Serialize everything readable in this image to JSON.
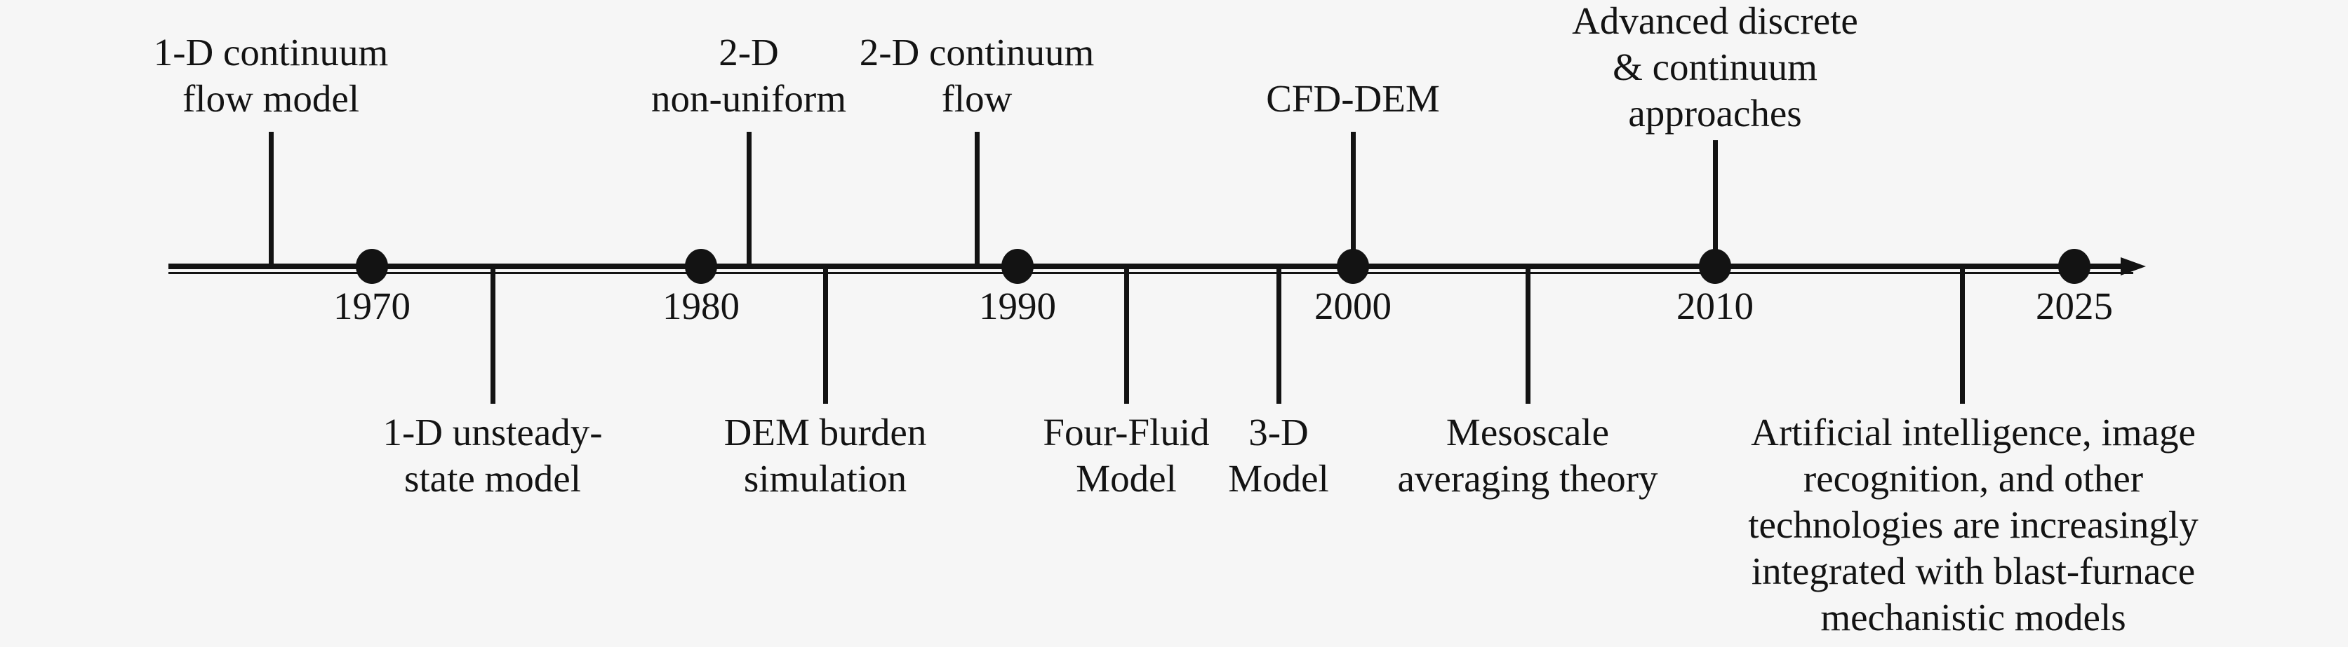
{
  "timeline": {
    "years": [
      "1970",
      "1980",
      "1990",
      "2000",
      "2010",
      "2025"
    ],
    "events_above": [
      {
        "label": "1-D continuum\nflow model"
      },
      {
        "label": "2-D\nnon-uniform"
      },
      {
        "label": "2-D continuum\nflow"
      },
      {
        "label": "CFD-DEM"
      },
      {
        "label": "Advanced discrete\n& continuum\napproaches"
      }
    ],
    "events_below": [
      {
        "label": "1-D unsteady-\nstate model"
      },
      {
        "label": "DEM burden\nsimulation"
      },
      {
        "label": "Four-Fluid\nModel"
      },
      {
        "label": "3-D\nModel"
      },
      {
        "label": "Mesoscale\naveraging theory"
      },
      {
        "label": "Artificial intelligence, image\nrecognition, and other\ntechnologies are increasingly\nintegrated with blast-furnace\nmechanistic models"
      }
    ],
    "colors": {
      "ink": "#131313",
      "background": "#f6f6f6"
    }
  }
}
